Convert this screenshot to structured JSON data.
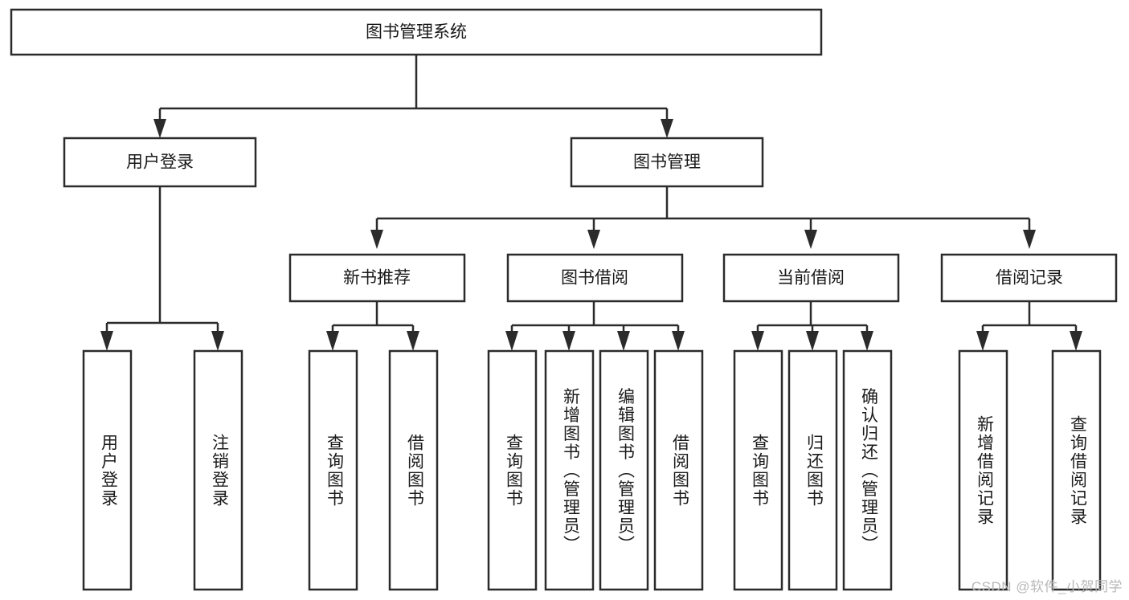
{
  "diagram": {
    "type": "tree",
    "title": "图书管理系统",
    "watermark": "CSDN @软件_小贺同学",
    "colors": {
      "box_stroke": "#2b2b2b",
      "box_fill": "#ffffff",
      "text": "#1a1a1a",
      "watermark": "#b8b8b8",
      "background": "#ffffff"
    },
    "levels": {
      "root": {
        "label": "图书管理系统"
      },
      "level2": [
        {
          "label": "用户登录"
        },
        {
          "label": "图书管理"
        }
      ],
      "level3": [
        {
          "label": "新书推荐"
        },
        {
          "label": "图书借阅"
        },
        {
          "label": "当前借阅"
        },
        {
          "label": "借阅记录"
        }
      ],
      "leaves": {
        "user_login": [
          {
            "label": "用户登录"
          },
          {
            "label": "注销登录"
          }
        ],
        "new_book_recommend": [
          {
            "label": "查询图书"
          },
          {
            "label": "借阅图书"
          }
        ],
        "book_borrow": [
          {
            "label": "查询图书"
          },
          {
            "label": "新增图书（管理员）"
          },
          {
            "label": "编辑图书（管理员）"
          },
          {
            "label": "借阅图书"
          }
        ],
        "current_borrow": [
          {
            "label": "查询图书"
          },
          {
            "label": "归还图书"
          },
          {
            "label": "确认归还（管理员）"
          }
        ],
        "borrow_record": [
          {
            "label": "新增借阅记录"
          },
          {
            "label": "查询借阅记录"
          }
        ]
      }
    }
  }
}
